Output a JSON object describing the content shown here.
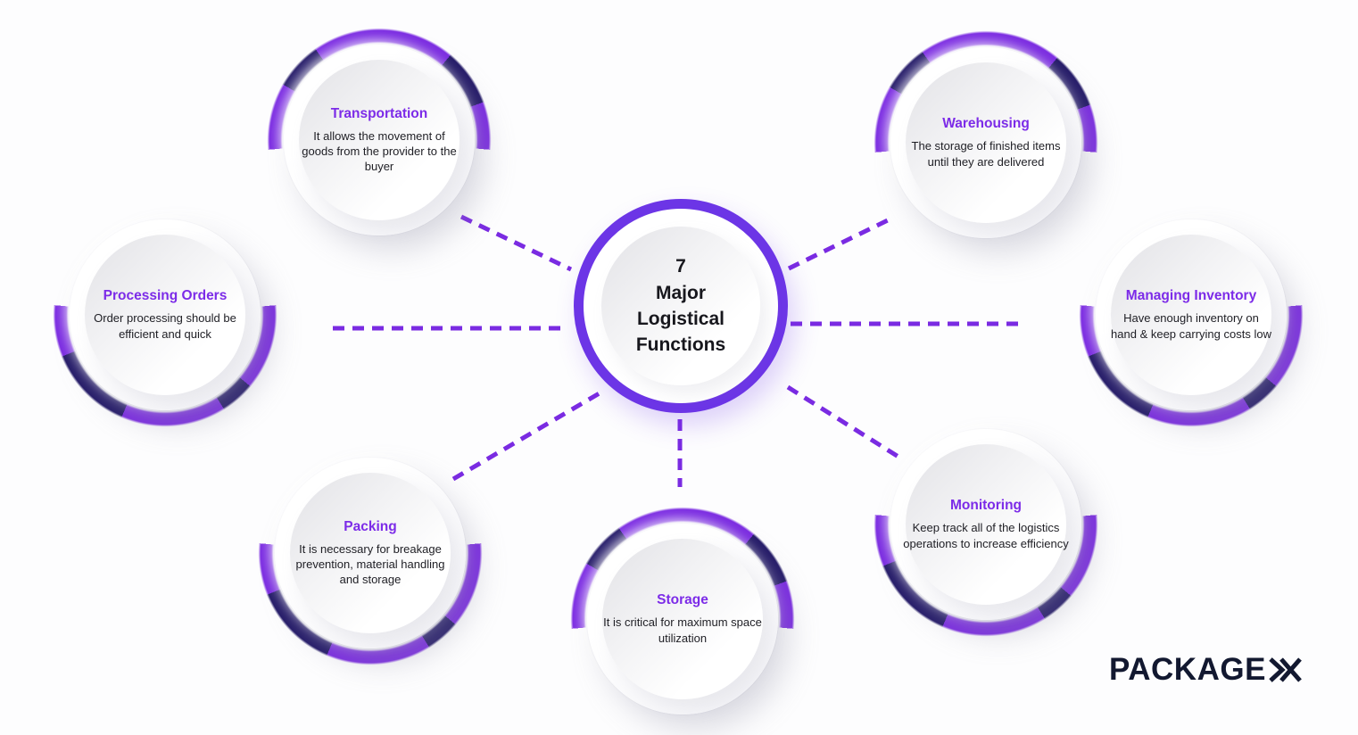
{
  "title": "7 Major Logistical Functions infographic",
  "center": {
    "lines": [
      "7",
      "Major",
      "Logistical",
      "Functions"
    ]
  },
  "nodes": [
    {
      "title": "Transportation",
      "description": "It allows the movement of goods from the provider to the buyer",
      "arc": "top"
    },
    {
      "title": "Warehousing",
      "description": "The storage of finished items until they are  delivered",
      "arc": "top"
    },
    {
      "title": "Processing Orders",
      "description": "Order processing should be efficient and quick",
      "arc": "bottom"
    },
    {
      "title": "Managing Inventory",
      "description": "Have enough inventory on hand & keep carrying costs low",
      "arc": "bottom"
    },
    {
      "title": "Packing",
      "description": "It is necessary for breakage prevention, material handling and storage",
      "arc": "bottom"
    },
    {
      "title": "Storage",
      "description": "It is critical for maximum space utilization",
      "arc": "top"
    },
    {
      "title": "Monitoring",
      "description": "Keep track all of the logistics operations to increase efficiency",
      "arc": "bottom"
    }
  ],
  "logo": {
    "wordmark": "PACKAGE",
    "mark": "X"
  },
  "colors": {
    "arc_violet": "#7B2BE2",
    "arc_indigo": "#241A68",
    "center_ring": "#6C35E6",
    "node_title": "#7C2BE8",
    "body_text": "#1E1E24",
    "connector": "#7A2BE2",
    "logo_navy": "#121830",
    "background": "#FDFDFE"
  }
}
